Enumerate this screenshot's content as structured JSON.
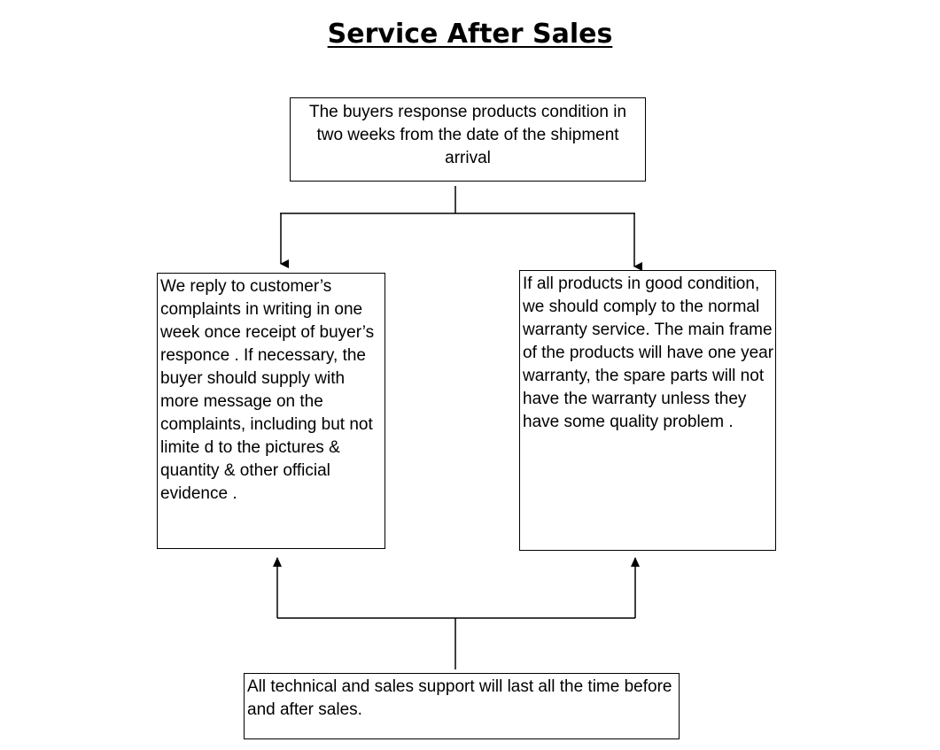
{
  "title": "Service After Sales",
  "nodes": {
    "top": "The buyers response products condition in two weeks from the date of the shipment arrival",
    "left": "We reply to customer’s complaints in writing in one week once receipt of buyer’s responce . If necessary, the buyer should supply with more message on the complaints, including but not limite d to the pictures & quantity & other official evidence .",
    "right": "If all products in good condition, we should comply to the normal warranty service. The main frame of the products will have one year warranty, the spare parts will not have the warranty unless they have some quality problem .",
    "bottom": "All technical and sales support will last all the time before and after sales."
  },
  "edges": [
    {
      "from": "top",
      "to": "left"
    },
    {
      "from": "top",
      "to": "right"
    },
    {
      "from": "bottom",
      "to": "left"
    },
    {
      "from": "bottom",
      "to": "right"
    }
  ]
}
